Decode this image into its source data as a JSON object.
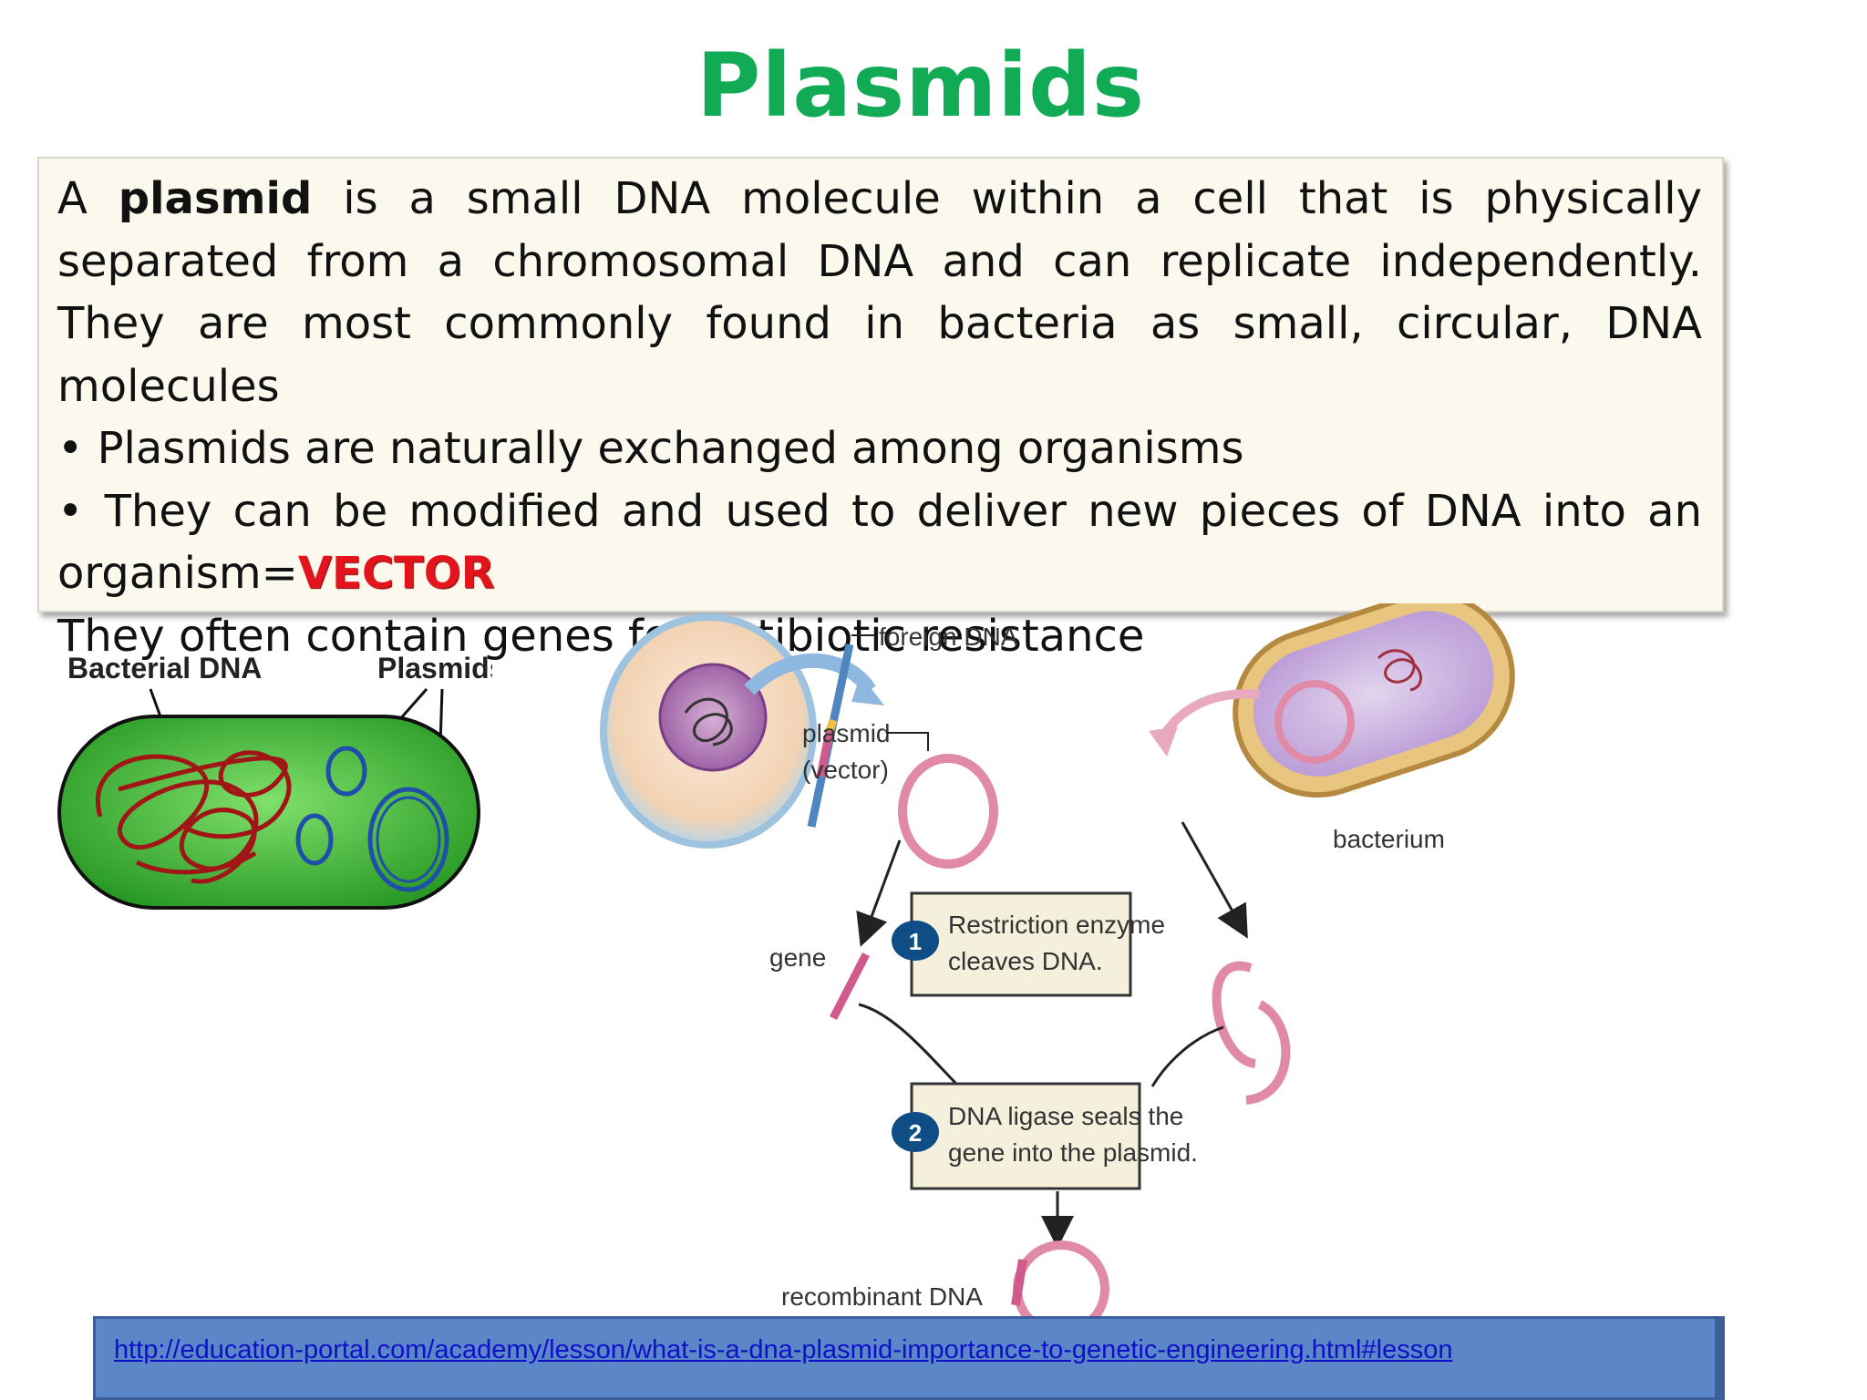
{
  "slide": {
    "title": "Plasmids",
    "para_a": "A ",
    "para_plasmid": "plasmid",
    "para_rest": " is a small DNA molecule within a cell that is physically separated from a chromosomal DNA and can replicate independently. They are most commonly found in bacteria  as small, circular, DNA molecules",
    "bullet1": "• Plasmids are naturally exchanged among organisms",
    "bullet2_main": "• They can be modified and used to deliver new pieces of DNA into an organism=",
    "bullet2_vector": "VECTOR",
    "line_last": "They often contain genes for antibiotic resistance"
  },
  "left_figure": {
    "label_bacterial_dna": "Bacterial DNA",
    "label_plasmids": "Plasmids",
    "colors": {
      "cell_fill": "#3ec13a",
      "dna": "#b01818",
      "plasmid": "#1f4fa8"
    }
  },
  "right_figure": {
    "label_foreign_dna": "foreign DNA",
    "label_plasmid": "plasmid",
    "label_vector": "(vector)",
    "label_bacterium": "bacterium",
    "label_gene": "gene",
    "step1_num": "1",
    "step1_line1": "Restriction enzyme",
    "step1_line2": "cleaves DNA.",
    "step2_num": "2",
    "step2_line1": "DNA ligase seals the",
    "step2_line2": "gene into the plasmid.",
    "label_recombinant": "recombinant DNA"
  },
  "footer": {
    "link": "http://education-portal.com/academy/lesson/what-is-a-dna-plasmid-importance-to-genetic-engineering.html#lesson"
  },
  "colors": {
    "title": "#11aa55",
    "vector": "#e3141c",
    "footer_bg": "#5b86c8",
    "link": "#1010c8"
  }
}
